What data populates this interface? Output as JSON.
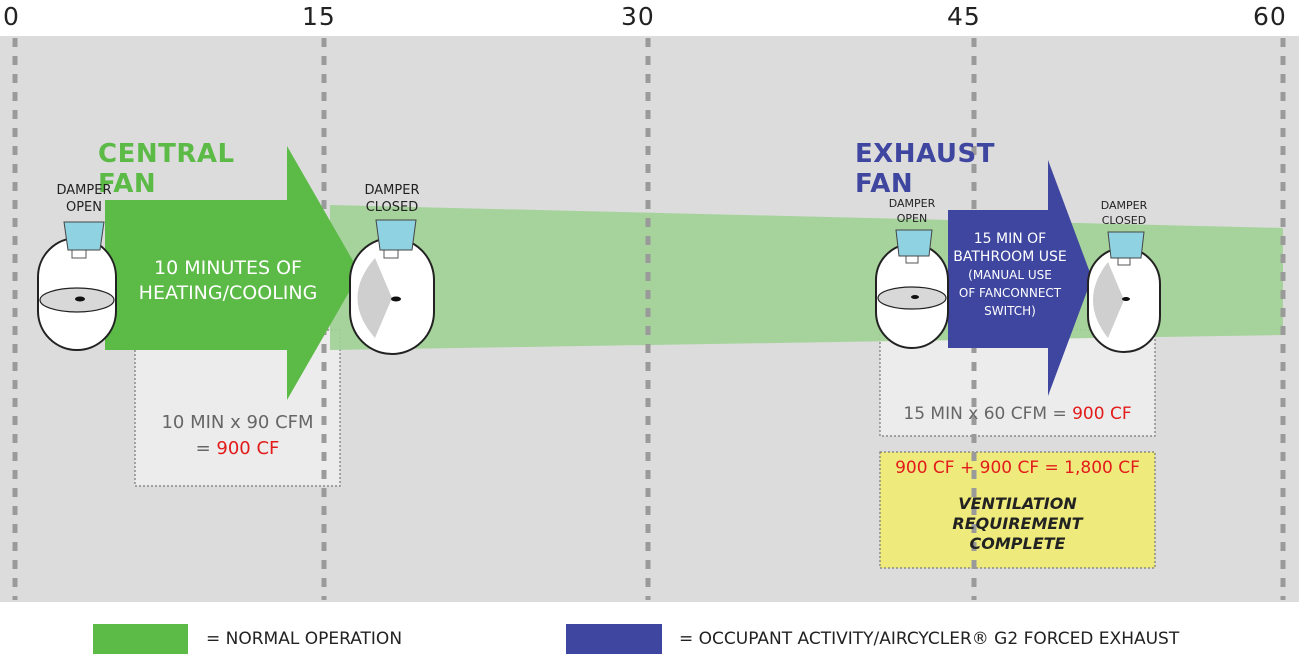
{
  "timeline": {
    "ticks": [
      "0",
      "15",
      "30",
      "45",
      "60"
    ]
  },
  "central_fan": {
    "title": "CENTRAL FAN",
    "damper_open_line1": "DAMPER",
    "damper_open_line2": "OPEN",
    "damper_closed_line1": "DAMPER",
    "damper_closed_line2": "CLOSED",
    "arrow_line1": "10 MINUTES OF",
    "arrow_line2": "HEATING/COOLING",
    "calc_line1": "10 MIN x 90 CFM",
    "calc_eq": "= ",
    "calc_result": "900 CF"
  },
  "exhaust_fan": {
    "title": "EXHAUST FAN",
    "damper_open_line1": "DAMPER",
    "damper_open_line2": "OPEN",
    "damper_closed_line1": "DAMPER",
    "damper_closed_line2": "CLOSED",
    "arrow_line1": "15 MIN OF",
    "arrow_line2": "BATHROOM USE",
    "arrow_line3": "(MANUAL USE",
    "arrow_line4": "OF FANCONNECT",
    "arrow_line5": "SWITCH)",
    "calc_prefix": "15 MIN x 60 CFM = ",
    "calc_result": "900 CF"
  },
  "summary": {
    "total": "900 CF + 900 CF = 1,800 CF",
    "line1": "VENTILATION",
    "line2": "REQUIREMENT",
    "line3": "COMPLETE"
  },
  "legend": {
    "normal": "= NORMAL OPERATION",
    "forced": "= OCCUPANT ACTIVITY/AIRCYCLER® G2 FORCED EXHAUST"
  },
  "colors": {
    "background_band": "#dcdcdc",
    "normal_green": "#5cba47",
    "light_green": "#9fd293",
    "forced_blue": "#3f46a0",
    "highlight_red": "#e21b1b",
    "summary_yellow": "#eeeb7c"
  }
}
